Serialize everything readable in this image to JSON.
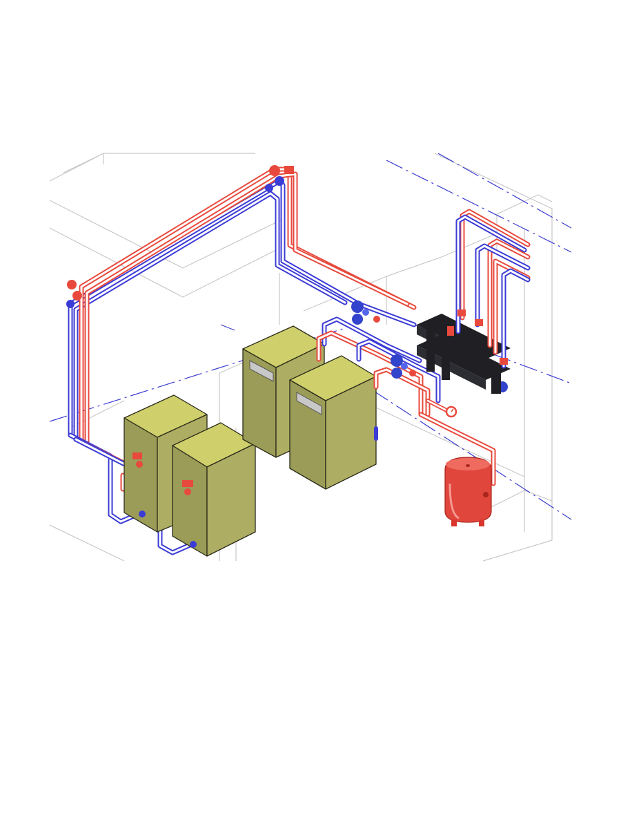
{
  "diagram": {
    "style": "isometric-piping",
    "colors": {
      "background": "#ffffff",
      "supply_pipe": "#e8493c",
      "return_pipe": "#3b3bd6",
      "pipe_inner": "#ffffff",
      "wall_guides": "#c8c8c8",
      "axis_lines": "#3333cc",
      "boiler_front": "#9a9c57",
      "boiler_side": "#adad63",
      "boiler_top": "#cfcf6c",
      "boiler_panel": "#c8c8c8",
      "manifold": "#1f1f24",
      "pump": "#3344cc",
      "expansion_tank": "#e0463c"
    },
    "components": [
      {
        "id": "wall-boiler-left",
        "kind": "boiler",
        "icon": "boiler-icon"
      },
      {
        "id": "wall-boiler-right",
        "kind": "boiler",
        "icon": "boiler-icon"
      },
      {
        "id": "floor-boiler-left",
        "kind": "boiler",
        "icon": "boiler-icon"
      },
      {
        "id": "floor-boiler-right",
        "kind": "boiler",
        "icon": "boiler-icon"
      },
      {
        "id": "hydraulic-manifold",
        "kind": "manifold",
        "icon": "manifold-icon"
      },
      {
        "id": "circulation-pumps",
        "kind": "pump-group",
        "icon": "pump-icon"
      },
      {
        "id": "expansion-tank",
        "kind": "tank",
        "icon": "expansion-tank-icon"
      },
      {
        "id": "pressure-gauge",
        "kind": "gauge",
        "icon": "gauge-icon"
      }
    ]
  }
}
